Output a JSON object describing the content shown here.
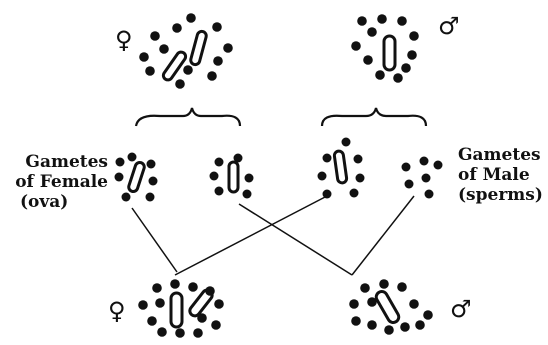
{
  "labels": {
    "female_gametes_line1": "Gametes",
    "female_gametes_line2": "of Female",
    "female_gametes_line3": "(ova)",
    "male_gametes_line1": "Gametes",
    "male_gametes_line2": "of Male",
    "male_gametes_line3": "(sperms)"
  },
  "symbols": {
    "female": "♀",
    "male": "♂"
  }
}
